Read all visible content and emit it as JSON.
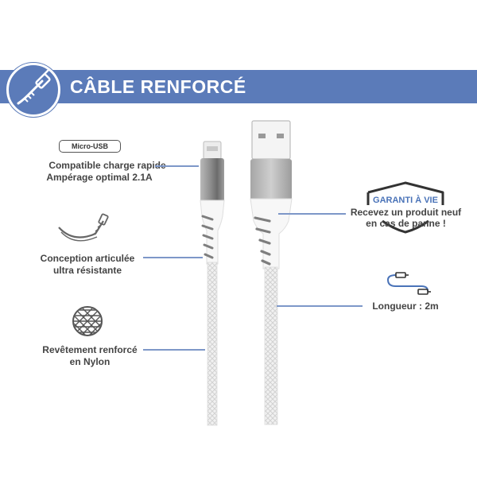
{
  "banner": {
    "title": "CÂBLE RENFORCÉ"
  },
  "features": {
    "usb_badge": "Micro-USB",
    "charge_line1": "Compatible charge rapide",
    "charge_line2": "Ampérage optimal 2.1A",
    "articulated_line1": "Conception articulée",
    "articulated_line2": "ultra résistante",
    "nylon_line1": "Revêtement renforcé",
    "nylon_line2": "en Nylon",
    "warranty_title": "GARANTI À VIE",
    "warranty_line1": "Recevez un produit neuf",
    "warranty_line2": "en cas de panne !",
    "length": "Longueur : 2m"
  },
  "colors": {
    "accent": "#5b7bb9",
    "connector_line": "#7d97c8",
    "warranty_text": "#4a73b8"
  },
  "icons": [
    "cable-icon",
    "micro-usb-icon",
    "bend-cable-icon",
    "nylon-mesh-icon",
    "shield-icon",
    "cable-length-icon"
  ]
}
